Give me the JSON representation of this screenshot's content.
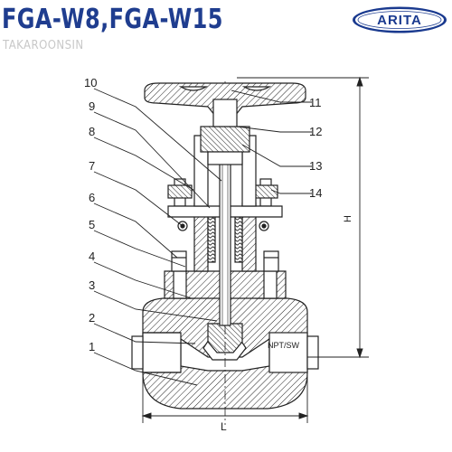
{
  "header": {
    "title": "FGA-W8,FGA-W15",
    "subtitle": "TAKAROONSIN"
  },
  "logo": {
    "text": "ARITA"
  },
  "diagram": {
    "part_numbers": [
      "1",
      "2",
      "3",
      "4",
      "5",
      "6",
      "7",
      "8",
      "9",
      "10",
      "11",
      "12",
      "13",
      "14"
    ],
    "dimension_height": "H",
    "dimension_length": "L",
    "connection_label": "NPT/SW"
  },
  "colors": {
    "title": "#1f3d8f",
    "subtitle": "#c8c8c8",
    "logo_border": "#1a3a8f",
    "logo_fill": "#ffffff",
    "line": "#222222"
  }
}
